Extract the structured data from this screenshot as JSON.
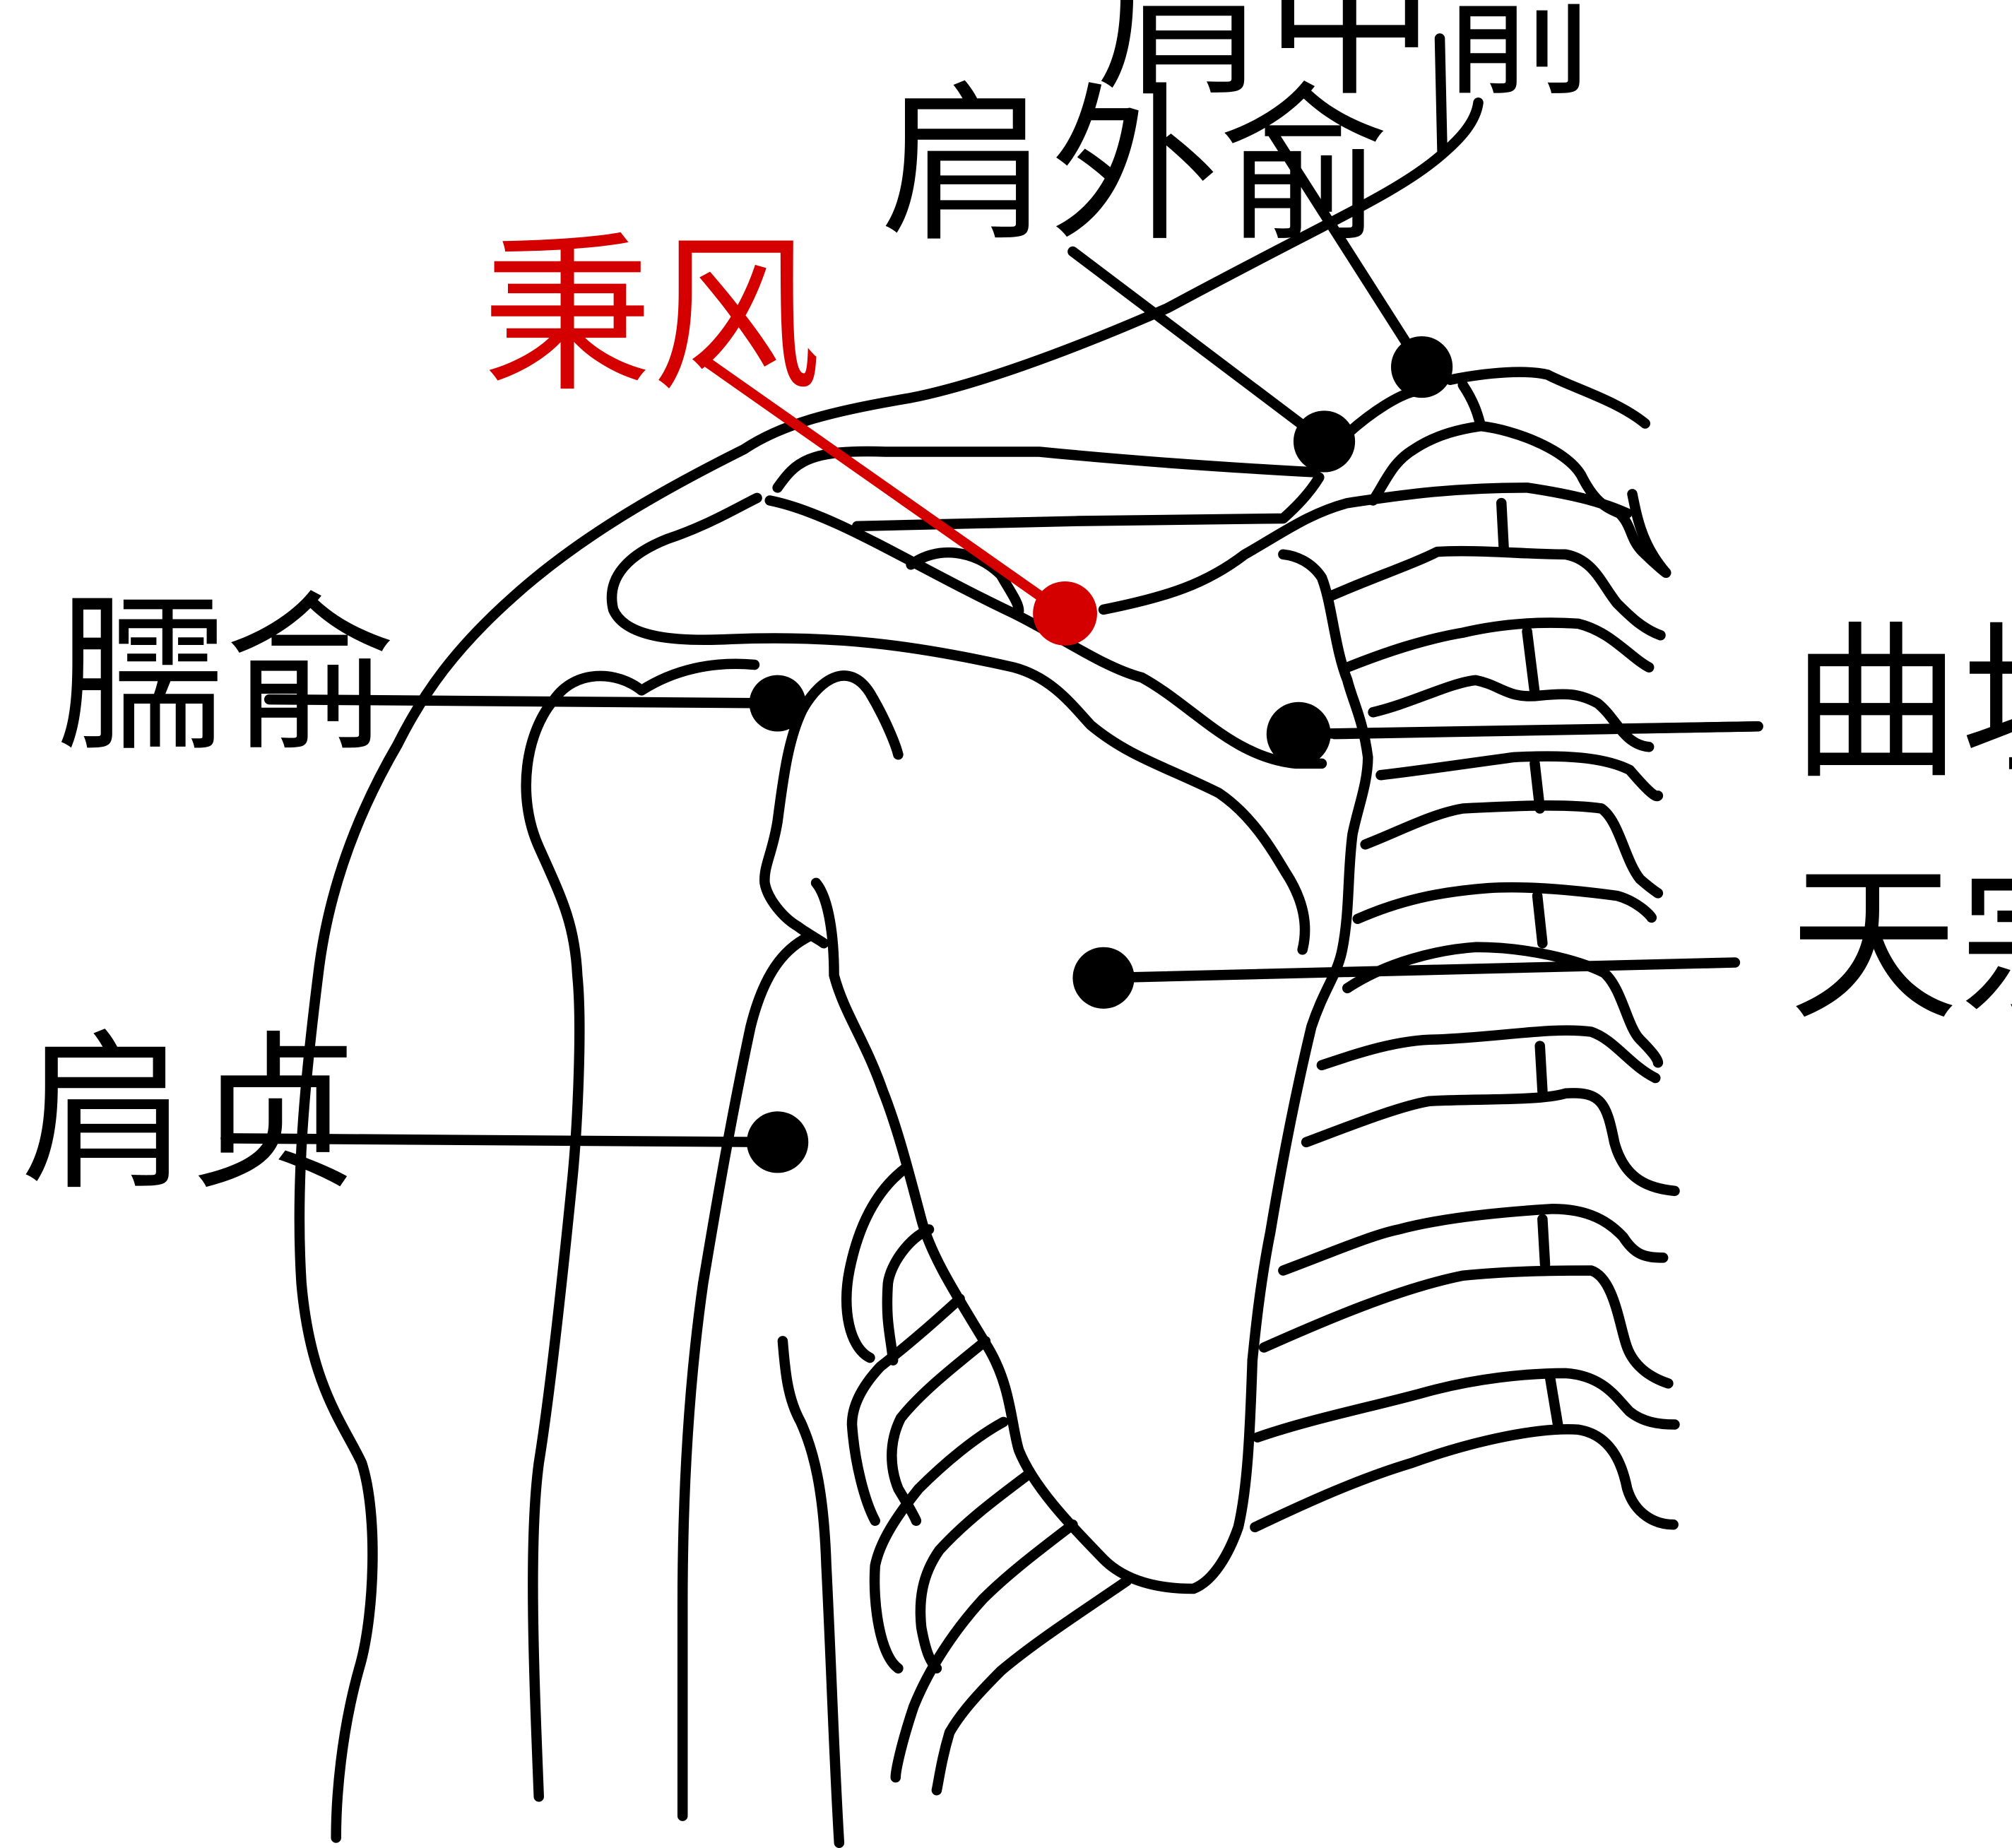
{
  "accent_color": "#d40000",
  "line_color": "#000000",
  "labels": {
    "jianzhongshu": "肩中俞",
    "jianwaishu": "肩外俞",
    "bingfeng": "秉风",
    "naoshu": "臑俞",
    "quyuan": "曲垣",
    "tianzong": "天宗",
    "jianzhen": "肩贞"
  }
}
